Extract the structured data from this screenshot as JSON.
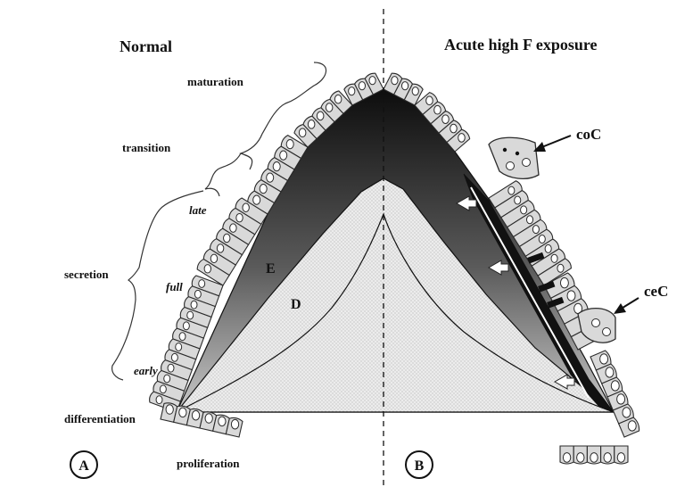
{
  "panel_left": {
    "title": "Normal",
    "stages": {
      "maturation": "maturation",
      "transition": "transition",
      "secretion": "secretion",
      "differentiation": "differentiation",
      "proliferation": "proliferation"
    },
    "substages": {
      "late": "late",
      "full": "full",
      "early": "early"
    },
    "enamel_label": "E",
    "dentin_label": "D",
    "panel_letter": "A"
  },
  "panel_right": {
    "title": "Acute high F exposure",
    "callout_top": "coC",
    "callout_bottom": "ceC",
    "panel_letter": "B"
  },
  "colors": {
    "cell_fill": "#d9d9d9",
    "cell_stroke": "#2b2b2b",
    "nucleus_fill": "#ffffff",
    "enamel_dark": "#111111",
    "enamel_light": "#bdbdbd",
    "dentin_fill": "#e9e9e9",
    "line": "#111111"
  }
}
